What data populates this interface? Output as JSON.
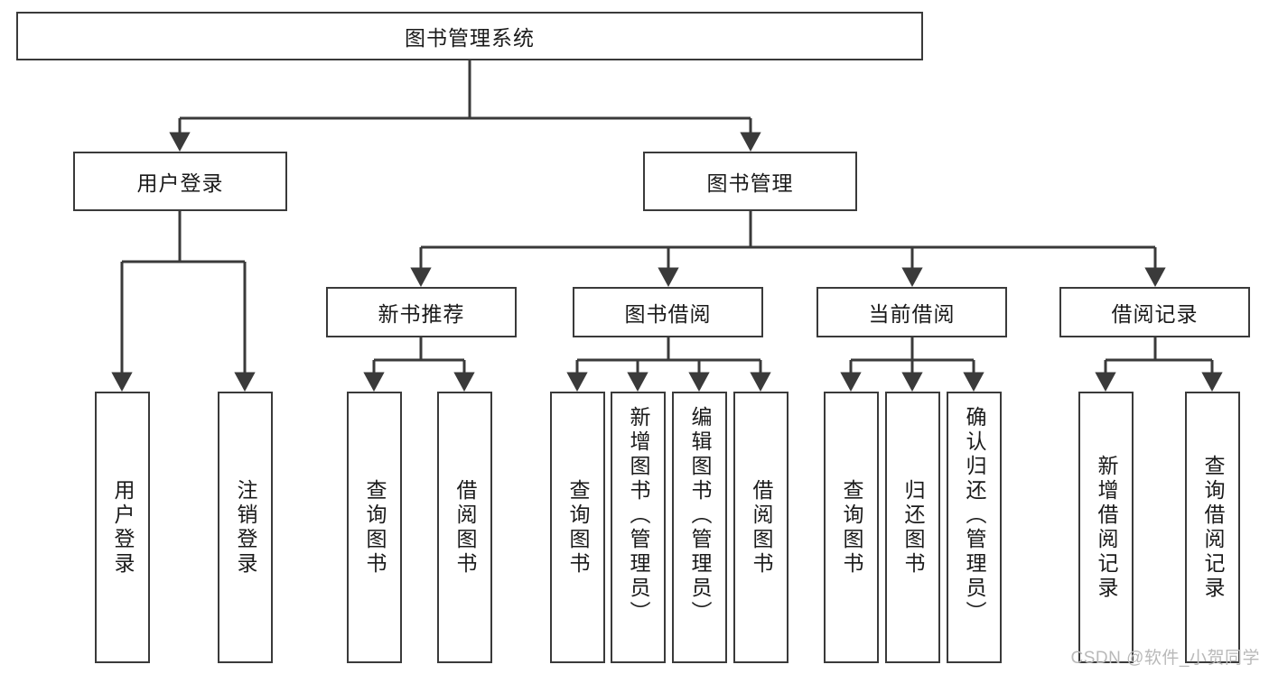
{
  "diagram": {
    "title": "图书管理系统",
    "background": "#ffffff",
    "line_color": "#3a3a3a",
    "text_color": "#1a1a1a",
    "root": {
      "label": "图书管理系统"
    },
    "level2": [
      {
        "label": "用户登录"
      },
      {
        "label": "图书管理"
      }
    ],
    "level3": [
      {
        "label": "新书推荐"
      },
      {
        "label": "图书借阅"
      },
      {
        "label": "当前借阅"
      },
      {
        "label": "借阅记录"
      }
    ],
    "leaves": [
      {
        "label": "用户登录"
      },
      {
        "label": "注销登录"
      },
      {
        "label": "查询图书"
      },
      {
        "label": "借阅图书"
      },
      {
        "label": "查询图书"
      },
      {
        "label": "新增图书（管理员）"
      },
      {
        "label": "编辑图书（管理员）"
      },
      {
        "label": "借阅图书"
      },
      {
        "label": "查询图书"
      },
      {
        "label": "归还图书"
      },
      {
        "label": "确认归还（管理员）"
      },
      {
        "label": "新增借阅记录"
      },
      {
        "label": "查询借阅记录"
      }
    ]
  },
  "watermark": {
    "text": "CSDN @软件_小贺同学"
  }
}
